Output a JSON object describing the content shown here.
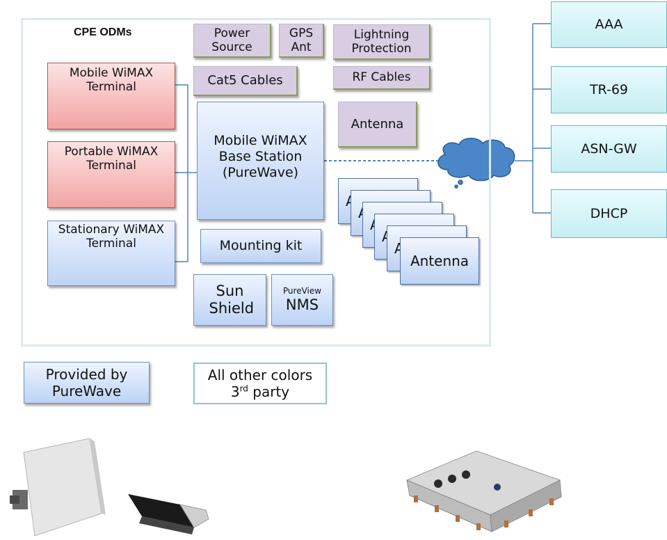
{
  "frame": {
    "title": "CPE ODMs"
  },
  "terminals": [
    {
      "label": "Mobile WiMAX Terminal"
    },
    {
      "label": "Portable WiMAX Terminal"
    },
    {
      "label": "Stationary WiMAX Terminal"
    }
  ],
  "components": {
    "power_source": "Power Source",
    "gps_ant": "GPS Ant",
    "lightning": "Lightning Protection",
    "cat5": "Cat5 Cables",
    "rf": "RF Cables",
    "base_station": "Mobile WiMAX Base Station (PureWave)",
    "antenna_lilac": "Antenna",
    "mounting_kit": "Mounting kit",
    "sun_shield": "Sun Shield",
    "nms_small": "PureView",
    "nms": "NMS",
    "antenna_stack_front": "Antenna",
    "antenna_stack_partial": "A"
  },
  "servers": [
    "AAA",
    "TR-69",
    "ASN-GW",
    "DHCP"
  ],
  "legend": {
    "purewave": "Provided by PureWave",
    "other_line1": "All other colors",
    "other_3": "3",
    "other_sup": "rd",
    "other_party": " party"
  },
  "colors": {
    "pink": "#f2a3a3",
    "blue": "#bdd3f5",
    "lilac": "#d8cde3",
    "cyan": "#c7eef3",
    "cloud": "#4a86c8",
    "connector": "#4f81bd"
  }
}
